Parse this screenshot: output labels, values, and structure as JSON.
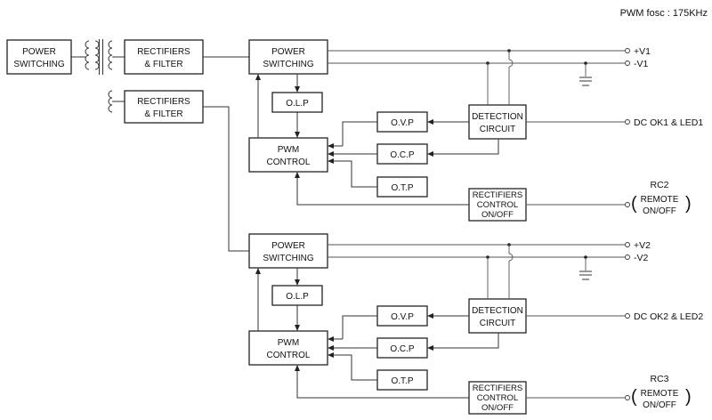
{
  "header": {
    "freq_label": "PWM fosc : 175KHz"
  },
  "blocks": {
    "primary_power_switching": [
      "POWER",
      "SWITCHING"
    ],
    "rectifiers_filter_1": [
      "RECTIFIERS",
      "& FILTER"
    ],
    "rectifiers_filter_2": [
      "RECTIFIERS",
      "& FILTER"
    ],
    "power_switching": [
      "POWER",
      "SWITCHING"
    ],
    "olp": "O.L.P",
    "pwm_control": [
      "PWM",
      "CONTROL"
    ],
    "ovp": "O.V.P",
    "ocp": "O.C.P",
    "otp": "O.T.P",
    "detection_circuit": [
      "DETECTION",
      "CIRCUIT"
    ],
    "rectifiers_control": [
      "RECTIFIERS",
      "CONTROL",
      "ON/OFF"
    ]
  },
  "channels": [
    {
      "vpos": "+V1",
      "vneg": "-V1",
      "dc_ok": "DC OK1 & LED1",
      "remote_name": "RC2",
      "remote": [
        "REMOTE",
        "ON/OFF"
      ]
    },
    {
      "vpos": "+V2",
      "vneg": "-V2",
      "dc_ok": "DC OK2 & LED2",
      "remote_name": "RC3",
      "remote": [
        "REMOTE",
        "ON/OFF"
      ]
    }
  ]
}
